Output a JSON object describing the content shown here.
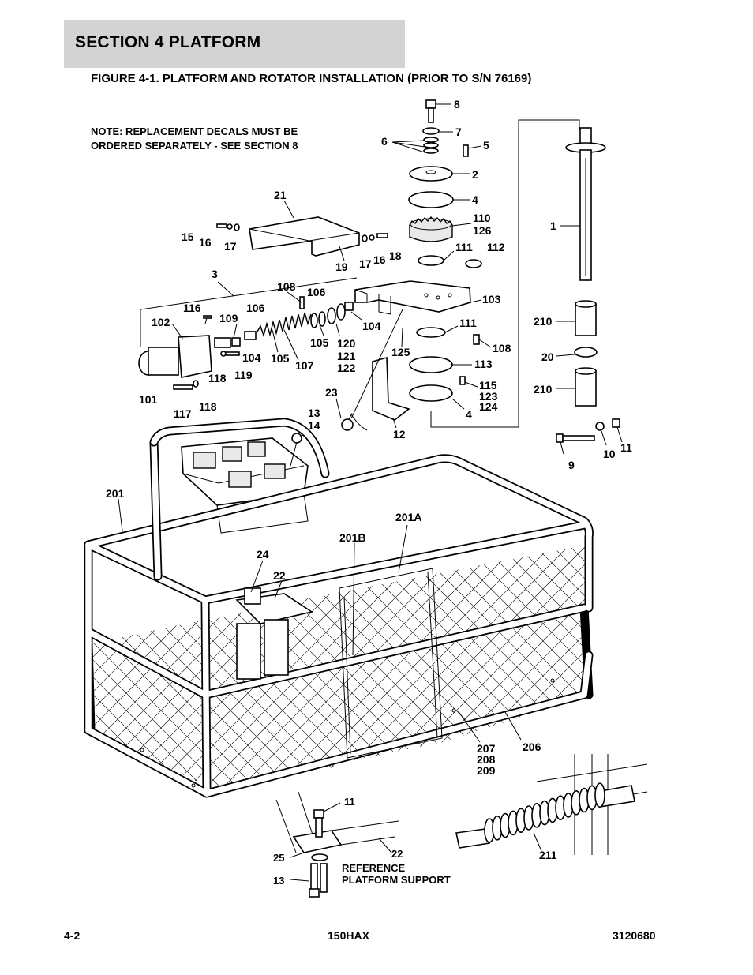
{
  "header": {
    "section_title": "SECTION 4   PLATFORM"
  },
  "figure": {
    "title": "FIGURE 4-1. PLATFORM AND ROTATOR INSTALLATION (PRIOR TO S/N 76169)",
    "note_line1": "NOTE: REPLACEMENT DECALS MUST BE",
    "note_line2": "ORDERED SEPARATELY - SEE SECTION 8",
    "reference_line1": "REFERENCE",
    "reference_line2": "PLATFORM SUPPORT",
    "callouts": {
      "c8": "8",
      "c7": "7",
      "c6": "6",
      "c5": "5",
      "c2": "2",
      "c4a": "4",
      "c110": "110",
      "c126": "126",
      "c111a": "111",
      "c112": "112",
      "c103": "103",
      "c111b": "111",
      "c108a": "108",
      "c113": "113",
      "c115": "115",
      "c123": "123",
      "c124": "124",
      "c4b": "4",
      "c1": "1",
      "c210a": "210",
      "c20": "20",
      "c210b": "210",
      "c9": "9",
      "c10": "10",
      "c11a": "11",
      "c21": "21",
      "c15": "15",
      "c16a": "16",
      "c17a": "17",
      "c19": "19",
      "c17b": "17",
      "c16b": "16",
      "c18": "18",
      "c3": "3",
      "c108b": "108",
      "c106a": "106",
      "c116": "116",
      "c106b": "106",
      "c102": "102",
      "c109": "109",
      "c104a": "104",
      "c104b": "104",
      "c105a": "105",
      "c105b": "105",
      "c107": "107",
      "c120": "120",
      "c121": "121",
      "c122": "122",
      "c125": "125",
      "c101": "101",
      "c118a": "118",
      "c119": "119",
      "c117": "117",
      "c118b": "118",
      "c23": "23",
      "c13a": "13",
      "c14": "14",
      "c12": "12",
      "c201": "201",
      "c201a": "201A",
      "c201b": "201B",
      "c24": "24",
      "c22a": "22",
      "c207": "207",
      "c208": "208",
      "c209": "209",
      "c206": "206",
      "c11b": "11",
      "c25": "25",
      "c22b": "22",
      "c13b": "13",
      "c211": "211"
    }
  },
  "footer": {
    "page": "4-2",
    "model": "150HAX",
    "doc_number": "3120680"
  }
}
